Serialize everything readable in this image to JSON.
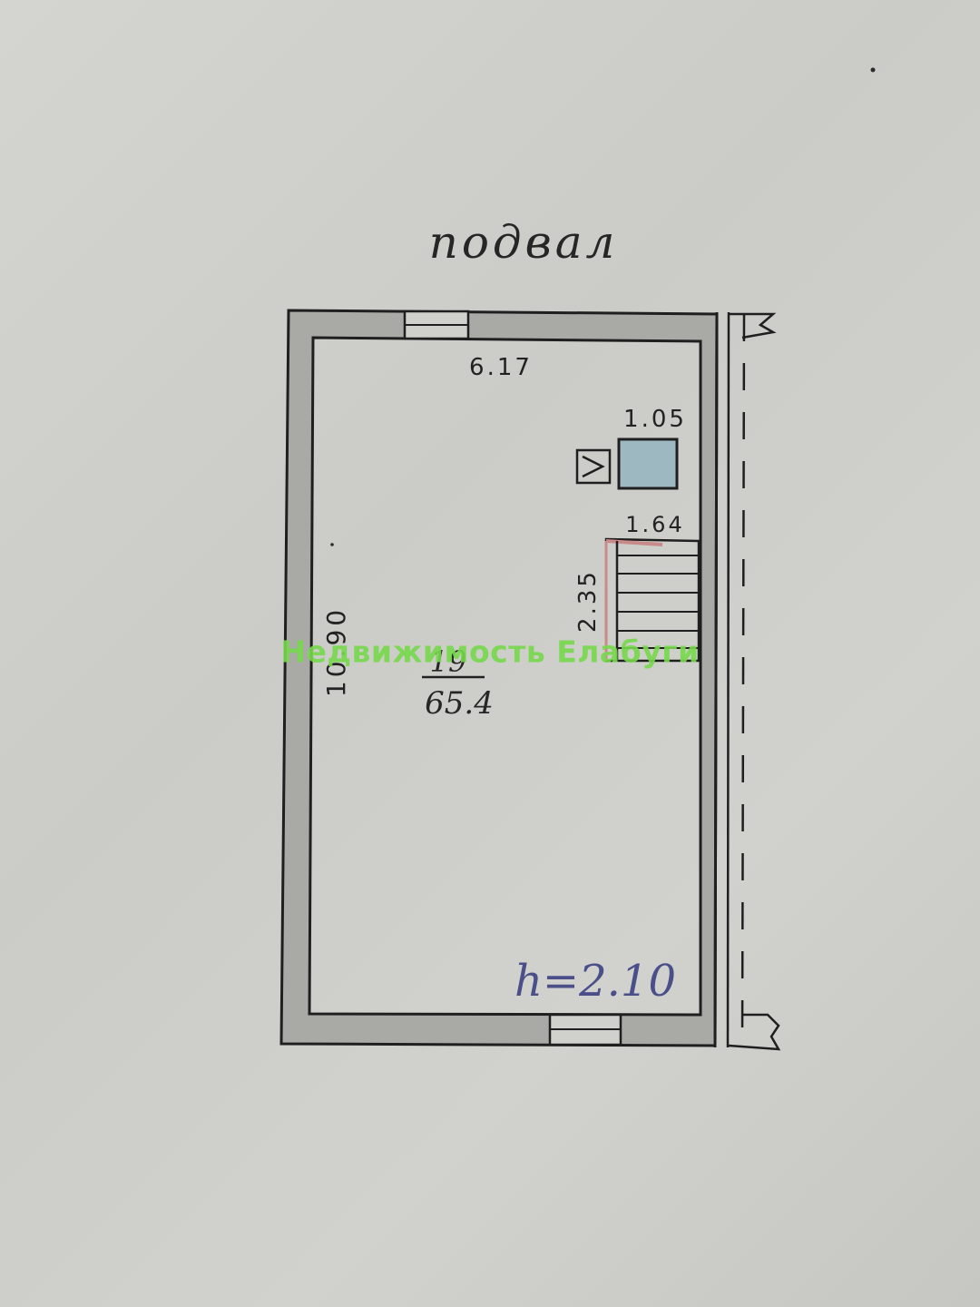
{
  "plan": {
    "title": "подвал",
    "room_number": "19",
    "room_area": "65.4",
    "ceiling_height": "h=2.10"
  },
  "dimensions": {
    "width": "6.17",
    "length": "10.90",
    "square_side": "1.05",
    "stair_width": "1.64",
    "stair_length": "2.35"
  },
  "watermark": {
    "text": "Недвижимость Елабуги"
  },
  "colors": {
    "wall_fill": "#a9a9a6",
    "stair_accent": "#c98a8a",
    "square_fill": "#9db8c0",
    "watermark": "#77d94c",
    "blue_ink": "#4a4f8a"
  }
}
